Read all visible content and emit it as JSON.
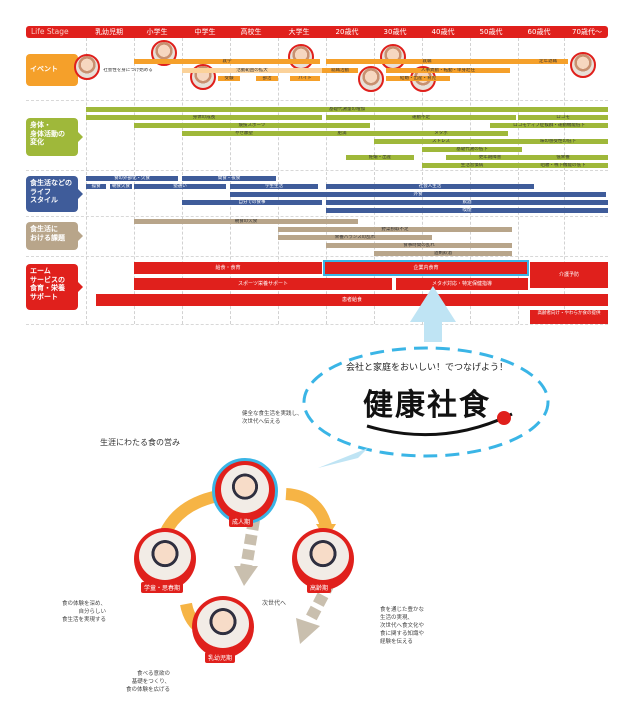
{
  "header": {
    "title": "Life Stage",
    "stages": [
      "乳幼児期",
      "小学生",
      "中学生",
      "高校生",
      "大学生",
      "20歳代",
      "30歳代",
      "40歳代",
      "50歳代",
      "60歳代",
      "70歳代〜"
    ]
  },
  "categories": {
    "event": "イベント",
    "body": "身体・\n身体活動の\n変化",
    "lifestyle": "食生活などの\nライフ\nスタイル",
    "issues": "食生活に\nおける課題",
    "aim": "エーム\nサービスの\n食育・栄養\nサポート"
  },
  "events": [
    {
      "label": "社会性を身につけ始める"
    },
    {
      "label": "就学"
    },
    {
      "label": "受験"
    },
    {
      "label": "活動範囲の拡大"
    },
    {
      "label": "部活"
    },
    {
      "label": "バイト"
    },
    {
      "label": "就職活動"
    },
    {
      "label": "就職"
    },
    {
      "label": "人事異動・転勤・単身赴任"
    },
    {
      "label": "結婚・出産・育児"
    },
    {
      "label": "定年退職"
    }
  ],
  "body_bars": [
    {
      "label": "基礎代謝量の増加"
    },
    {
      "label": "身体の成長"
    },
    {
      "label": "運動不足"
    },
    {
      "label": "ロコモ"
    },
    {
      "label": "競技スポーツ"
    },
    {
      "label": "ロコモティブ症候群・運動機能低下"
    },
    {
      "label": "やせ願望"
    },
    {
      "label": "肥満"
    },
    {
      "label": "メタボ"
    },
    {
      "label": "ストレス"
    },
    {
      "label": "味の感受性の低下"
    },
    {
      "label": "基礎代謝の低下"
    },
    {
      "label": "生活習慣病"
    },
    {
      "label": "妊娠・出産"
    },
    {
      "label": "更年期障害"
    },
    {
      "label": "低栄養"
    },
    {
      "label": "咀嚼・嚥下機能の低下"
    }
  ],
  "lifestyle_bars": [
    {
      "label": "食の外部化・欠食"
    },
    {
      "label": "間食・夜食"
    },
    {
      "label": "孤食"
    },
    {
      "label": "朝食欠食"
    },
    {
      "label": "塾通い"
    },
    {
      "label": "学生生活"
    },
    {
      "label": "社会人生活"
    },
    {
      "label": "外食"
    },
    {
      "label": "飲酒"
    },
    {
      "label": "喫煙"
    },
    {
      "label": "自分での食事"
    }
  ],
  "issue_bars": [
    {
      "label": "朝食の欠食"
    },
    {
      "label": "野菜摂取不足"
    },
    {
      "label": "栄養バランスの乱れ"
    },
    {
      "label": "食事時間の乱れ"
    },
    {
      "label": "過剰飲酒"
    }
  ],
  "aim_bars": [
    {
      "label": "給食・食育"
    },
    {
      "label": "企業内食育"
    },
    {
      "label": "介護予防"
    },
    {
      "label": "スポーツ栄養サポート"
    },
    {
      "label": "メタボ対応・特定保健指導"
    },
    {
      "label": "患者給食"
    },
    {
      "label": "高齢者向け・やわらか食の提供"
    }
  ],
  "slogan": {
    "tagline": "会社と家庭をおいしい！でつなげよう！",
    "logo": "健康社食"
  },
  "cycle": {
    "title": "生涯にわたる食の営み",
    "nodes": [
      {
        "label": "成人期"
      },
      {
        "label": "高齢期"
      },
      {
        "label": "乳幼児期"
      },
      {
        "label": "学童・思春期"
      }
    ],
    "next_gen": "次世代へ",
    "captions": {
      "adult": "健全な食生活を実践し、\n次世代へ伝える",
      "elder": "食を通じた豊かな\n生活の実現、\n次世代へ食文化や\n食に関する知識や\n経験を伝える",
      "child": "食べる意欲の\n基礎をつくり、\n食の体験を広げる",
      "school": "食の体験を深め、\n自分らしい\n食生活を実現する"
    }
  },
  "colors": {
    "red": "#e0201c",
    "orange": "#f5a02a",
    "green": "#9fb83a",
    "blue": "#3f5c9a",
    "tan": "#b8a58a",
    "lightblue": "#3ab5e6"
  }
}
